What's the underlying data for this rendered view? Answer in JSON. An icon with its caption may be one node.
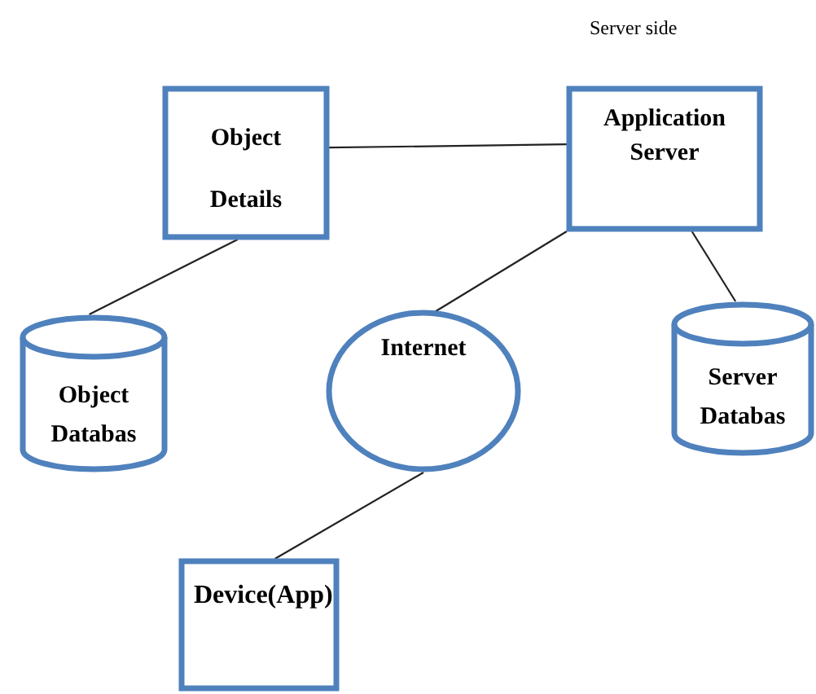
{
  "diagram": {
    "nodes": [
      {
        "text": [
          "Object Details"
        ]
      },
      {
        "text": [
          "Application Server"
        ]
      },
      {
        "text": [
          "Object Databas"
        ]
      },
      {
        "text": [
          "Internet"
        ]
      },
      {
        "text": [
          "Server Databas"
        ]
      },
      {
        "text": [
          "Device(App)"
        ]
      }
    ],
    "edges": [
      {
        "from": 0,
        "to": 1,
        "arrow": "none"
      },
      {
        "from": 0,
        "to": 2,
        "arrow": "none"
      },
      {
        "from": 1,
        "to": 3,
        "arrow": "none"
      },
      {
        "from": 1,
        "to": 4,
        "arrow": "none"
      },
      {
        "from": 3,
        "to": 5,
        "arrow": "none"
      }
    ],
    "labels": [
      "Server side"
    ]
  }
}
